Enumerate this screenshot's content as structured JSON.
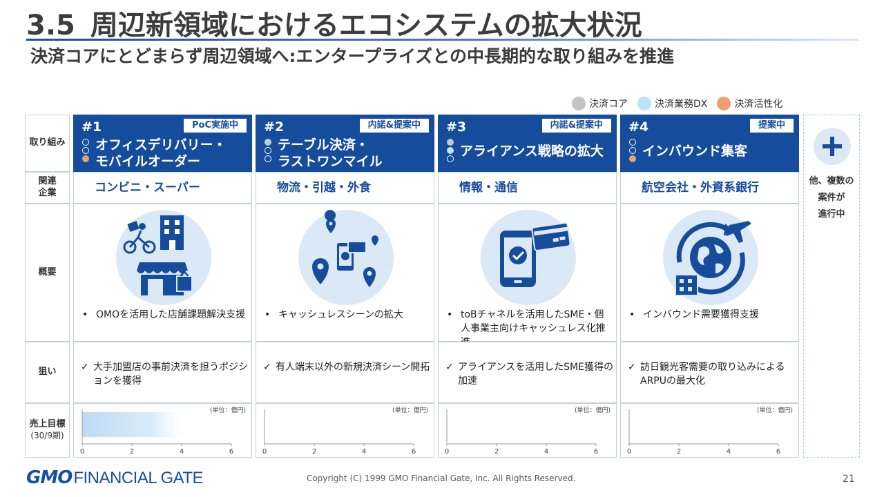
{
  "header": {
    "number": "3.5",
    "title": "周辺新領域におけるエコシステムの拡大状況",
    "subtitle": "決済コアにとどまらず周辺領域へ:エンタープライズとの中長期的な取り組みを推進"
  },
  "legend": [
    {
      "label": "決済コア",
      "color": "#c4c4c4"
    },
    {
      "label": "決済業務DX",
      "color": "#bfe1f7"
    },
    {
      "label": "決済活性化",
      "color": "#f0a070"
    }
  ],
  "row_labels": {
    "initiative": "取り組み",
    "related_1": "関連",
    "related_2": "企業",
    "overview": "概要",
    "aim": "狙い",
    "sales_1": "売上目標",
    "sales_2": "(30/9期)"
  },
  "columns": [
    {
      "no": "#1",
      "badge": "PoC実施中",
      "title_1": "オフィスデリバリー・",
      "title_2": "モバイルオーダー",
      "dots": [
        "empty",
        "empty",
        "orange"
      ],
      "company": "コンビニ・スーパー",
      "illustration": "delivery-store-icon",
      "bullet": "OMOを活用した店舗課題解決支援",
      "aim": "大手加盟店の事前決済を担うポジションを獲得",
      "sales_unit": "(単位：億円)",
      "sales_value": 4
    },
    {
      "no": "#2",
      "badge": "内諾&提案中",
      "title_1": "テーブル決済・",
      "title_2": "ラストワンマイル",
      "dots": [
        "gray",
        "empty",
        "empty"
      ],
      "company": "物流・引越・外食",
      "illustration": "map-pin-phone-icon",
      "bullet": "キャッシュレスシーンの拡大",
      "aim": "有人端末以外の新規決済シーン開拓",
      "sales_unit": "(単位：億円)",
      "sales_value": 0
    },
    {
      "no": "#3",
      "badge": "内諾&提案中",
      "title_1": "アライアンス戦略の拡大",
      "title_2": "",
      "dots": [
        "gray",
        "lblue",
        "empty"
      ],
      "company": "情報・通信",
      "illustration": "phone-card-icon",
      "bullet": "toBチャネルを活用したSME・個人事業主向けキャッシュレス化推進",
      "aim": "アライアンスを活用したSME獲得の加速",
      "sales_unit": "(単位：億円)",
      "sales_value": 0
    },
    {
      "no": "#4",
      "badge": "提案中",
      "title_1": "インバウンド集客",
      "title_2": "",
      "dots": [
        "empty",
        "empty",
        "orange"
      ],
      "company": "航空会社・外資系銀行",
      "illustration": "globe-airplane-icon",
      "bullet": "インバウンド需要獲得支援",
      "aim": "訪日観光客需要の取り込みによるARPUの最大化",
      "sales_unit": "(単位：億円)",
      "sales_value": 0
    }
  ],
  "chart_data": {
    "type": "bar",
    "orientation": "horizontal",
    "xlim": [
      0,
      6
    ],
    "ticks": [
      "0",
      "2",
      "4",
      "6"
    ],
    "categories": [
      "#1",
      "#2",
      "#3",
      "#4"
    ],
    "values": [
      4,
      0,
      0,
      0
    ],
    "unit": "(単位：億円)"
  },
  "other": {
    "text_1": "他、複数の",
    "text_2": "案件が",
    "text_3": "進行中"
  },
  "footer": {
    "logo_gmo": "GMO",
    "logo_rest": "FINANCIAL GATE",
    "copyright": "Copyright (C) 1999 GMO Financial Gate, Inc. All Rights Reserved.",
    "page": "21"
  }
}
